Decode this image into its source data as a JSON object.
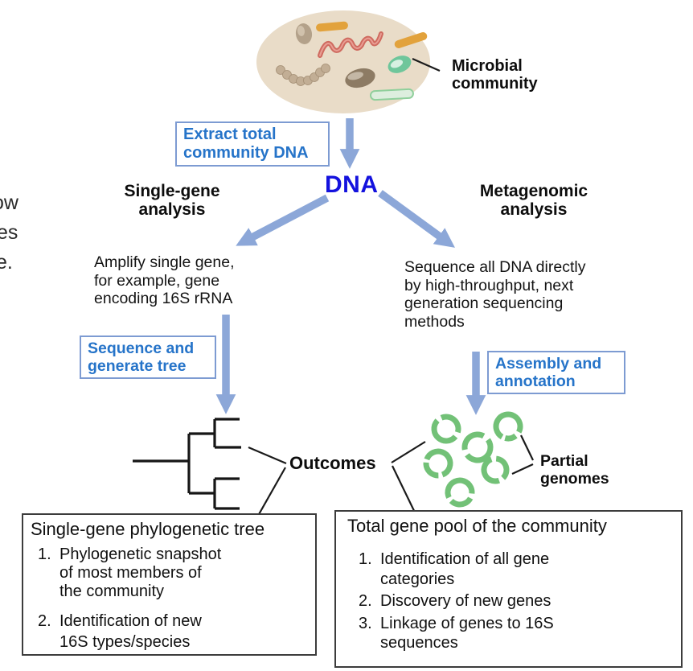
{
  "left_edge_fragments": {
    "line1": "ow",
    "line2": "es",
    "line3": "e."
  },
  "top": {
    "community_label": "Microbial\ncommunity"
  },
  "flow": {
    "extract_box": "Extract total\ncommunity DNA",
    "dna": "DNA"
  },
  "left_branch": {
    "heading": "Single-gene\nanalysis",
    "description": "Amplify single gene,\nfor example, gene\nencoding 16S rRNA",
    "step_box": "Sequence and\ngenerate tree"
  },
  "right_branch": {
    "heading": "Metagenomic\nanalysis",
    "description": "Sequence all DNA directly\nby high-throughput, next\ngeneration sequencing\nmethods",
    "step_box": "Assembly and\nannotation"
  },
  "outcomes": {
    "label": "Outcomes",
    "partial_genomes_label": "Partial\ngenomes",
    "left_box": {
      "title": "Single-gene phylogenetic tree",
      "items": [
        {
          "num": "1.",
          "text": "Phylogenetic snapshot\nof most members of\nthe community"
        },
        {
          "num": "2.",
          "text": "Identification of new\n16S types/species"
        }
      ]
    },
    "right_box": {
      "title": "Total gene pool of the community",
      "items": [
        {
          "num": "1.",
          "text": "Identification of all gene\ncategories"
        },
        {
          "num": "2.",
          "text": "Discovery of new genes"
        },
        {
          "num": "3.",
          "text": "Linkage of genes to 16S\nsequences"
        }
      ]
    }
  },
  "palette": {
    "arrow_blue": "#8ca7d8",
    "callout_border_blue": "#7d9bd2",
    "callout_text_blue": "#2674c9",
    "dna_text_blue": "#1412de",
    "genome_ring_green": "#72c177",
    "community_ellipse_fill": "#e9dcc8",
    "line_black": "#1a1a1a"
  }
}
